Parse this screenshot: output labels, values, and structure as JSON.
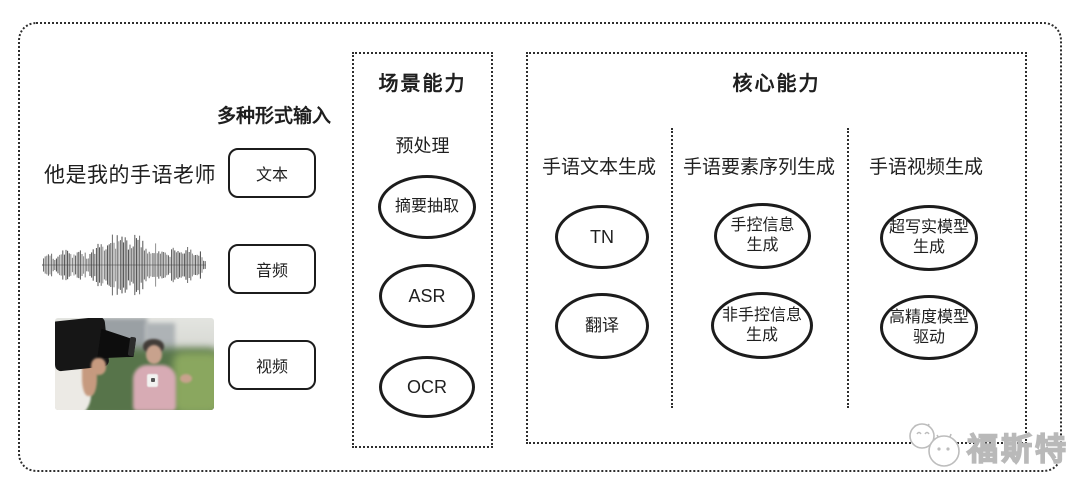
{
  "input_section": {
    "label": "多种形式输入",
    "sample_text": "他是我的手语老师",
    "modalities": [
      {
        "label": "文本"
      },
      {
        "label": "音频"
      },
      {
        "label": "视频"
      }
    ],
    "waveform_icon": "audio-waveform",
    "photo_icon": "reporter-filming-still"
  },
  "scene_box": {
    "title": "场景能力",
    "group_label": "预处理",
    "nodes": [
      {
        "label": "摘要抽取"
      },
      {
        "label": "ASR"
      },
      {
        "label": "OCR"
      }
    ]
  },
  "core_box": {
    "title": "核心能力",
    "columns": [
      {
        "header": "手语文本生成",
        "nodes": [
          {
            "label": "TN"
          },
          {
            "label": "翻译"
          }
        ]
      },
      {
        "header": "手语要素序列生成",
        "nodes": [
          {
            "label": "手控信息\n生成"
          },
          {
            "label": "非手控信息\n生成"
          }
        ]
      },
      {
        "header": "手语视频生成",
        "nodes": [
          {
            "label": "超写实模型\n生成"
          },
          {
            "label": "高精度模型\n驱动"
          }
        ]
      }
    ]
  },
  "watermark": {
    "text": "福斯特",
    "icon": "two-cats-logo"
  },
  "colors": {
    "ink": "#1f1f1f",
    "background": "#ffffff",
    "watermark": "#bdbdbd"
  }
}
